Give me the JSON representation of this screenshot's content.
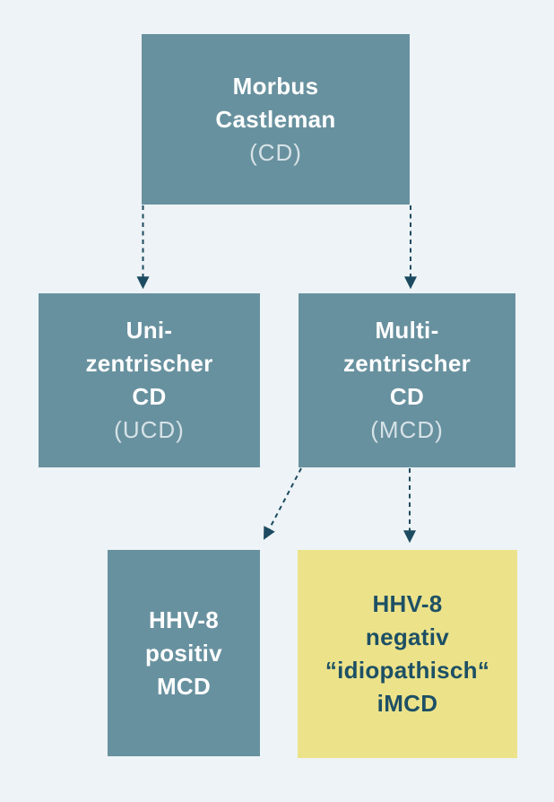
{
  "colors": {
    "background": "#edf3f6",
    "box_teal": "#68919f",
    "box_yellow": "#ece289",
    "text_white": "#ffffff",
    "text_muted": "#d6e2e7",
    "text_dark": "#1d5065",
    "arrow": "#1c4a60"
  },
  "nodes": {
    "cd": {
      "lines": [
        "Morbus",
        "Castleman"
      ],
      "abbr": "(CD)"
    },
    "ucd": {
      "lines": [
        "Uni-",
        "zentrischer",
        "CD"
      ],
      "abbr": "(UCD)"
    },
    "mcd": {
      "lines": [
        "Multi-",
        "zentrischer",
        "CD"
      ],
      "abbr": "(MCD)"
    },
    "hhv8_positiv": {
      "lines": [
        "HHV-8",
        "positiv",
        "MCD"
      ]
    },
    "imcd": {
      "lines": [
        "HHV-8",
        "negativ",
        "“idiopathisch“",
        "iMCD"
      ]
    }
  }
}
